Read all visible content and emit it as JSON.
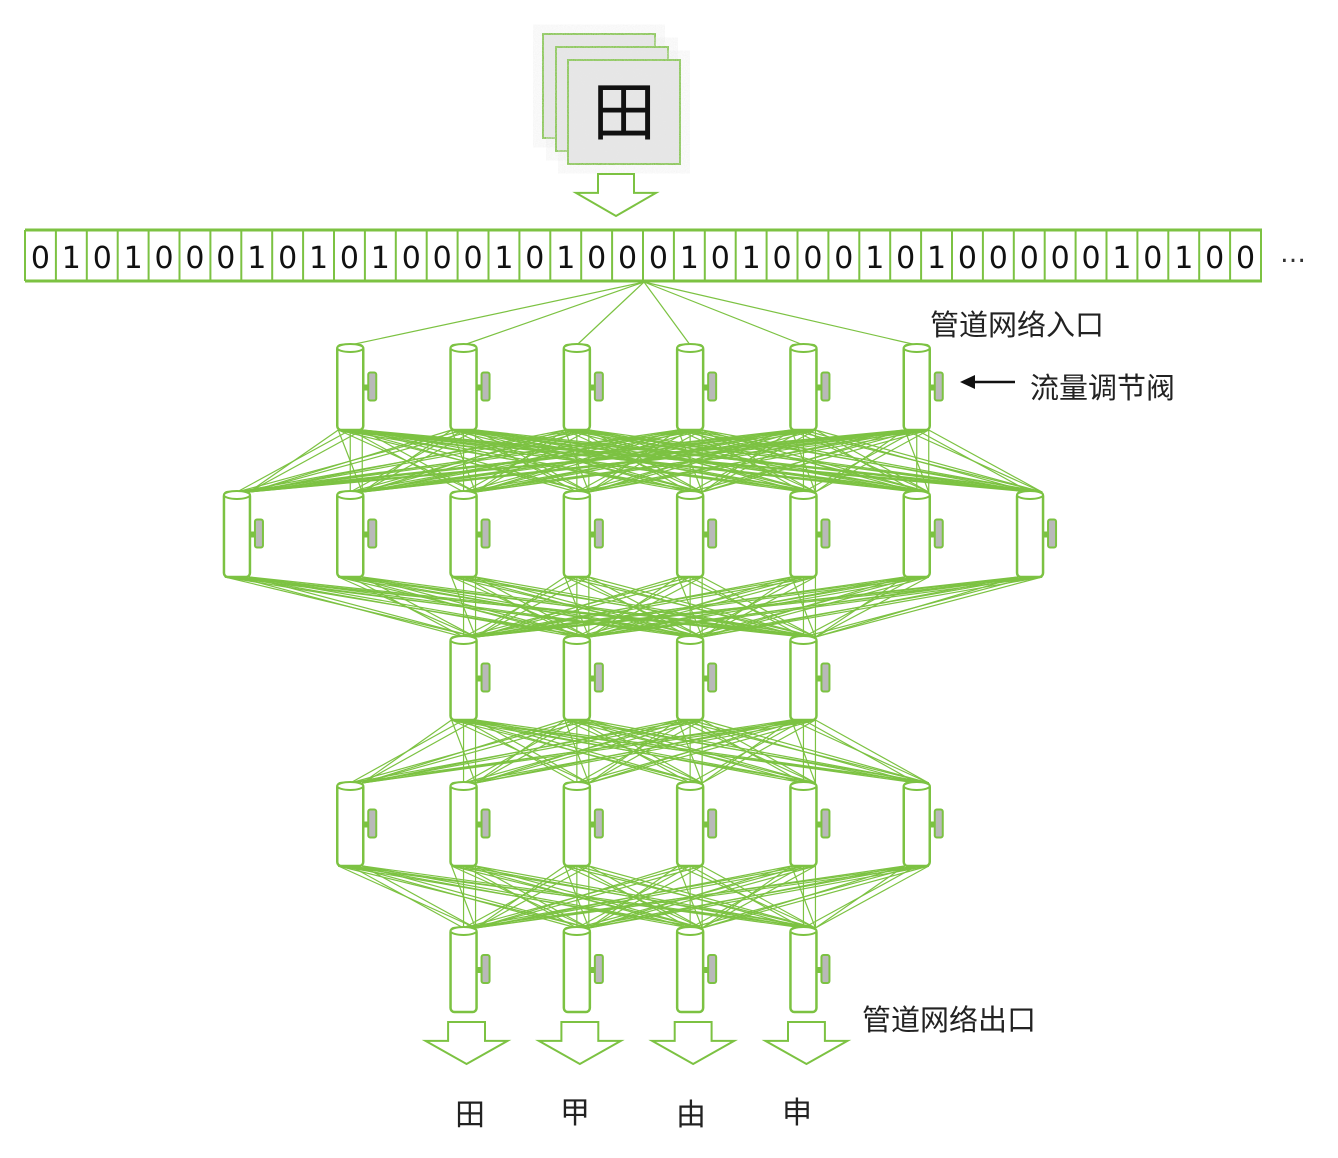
{
  "input_image_char": "田",
  "bits": "0101000101010001010001010001010000010100",
  "ellipsis": "…",
  "labels": {
    "entrance": "管道网络入口",
    "valve": "流量调节阀",
    "exit": "管道网络出口"
  },
  "layers": [
    6,
    8,
    4,
    6,
    4
  ],
  "outputs": [
    "田",
    "甲",
    "由",
    "申"
  ],
  "colors": {
    "green": "#7cc242",
    "valve_fill": "#b9b9b9"
  }
}
